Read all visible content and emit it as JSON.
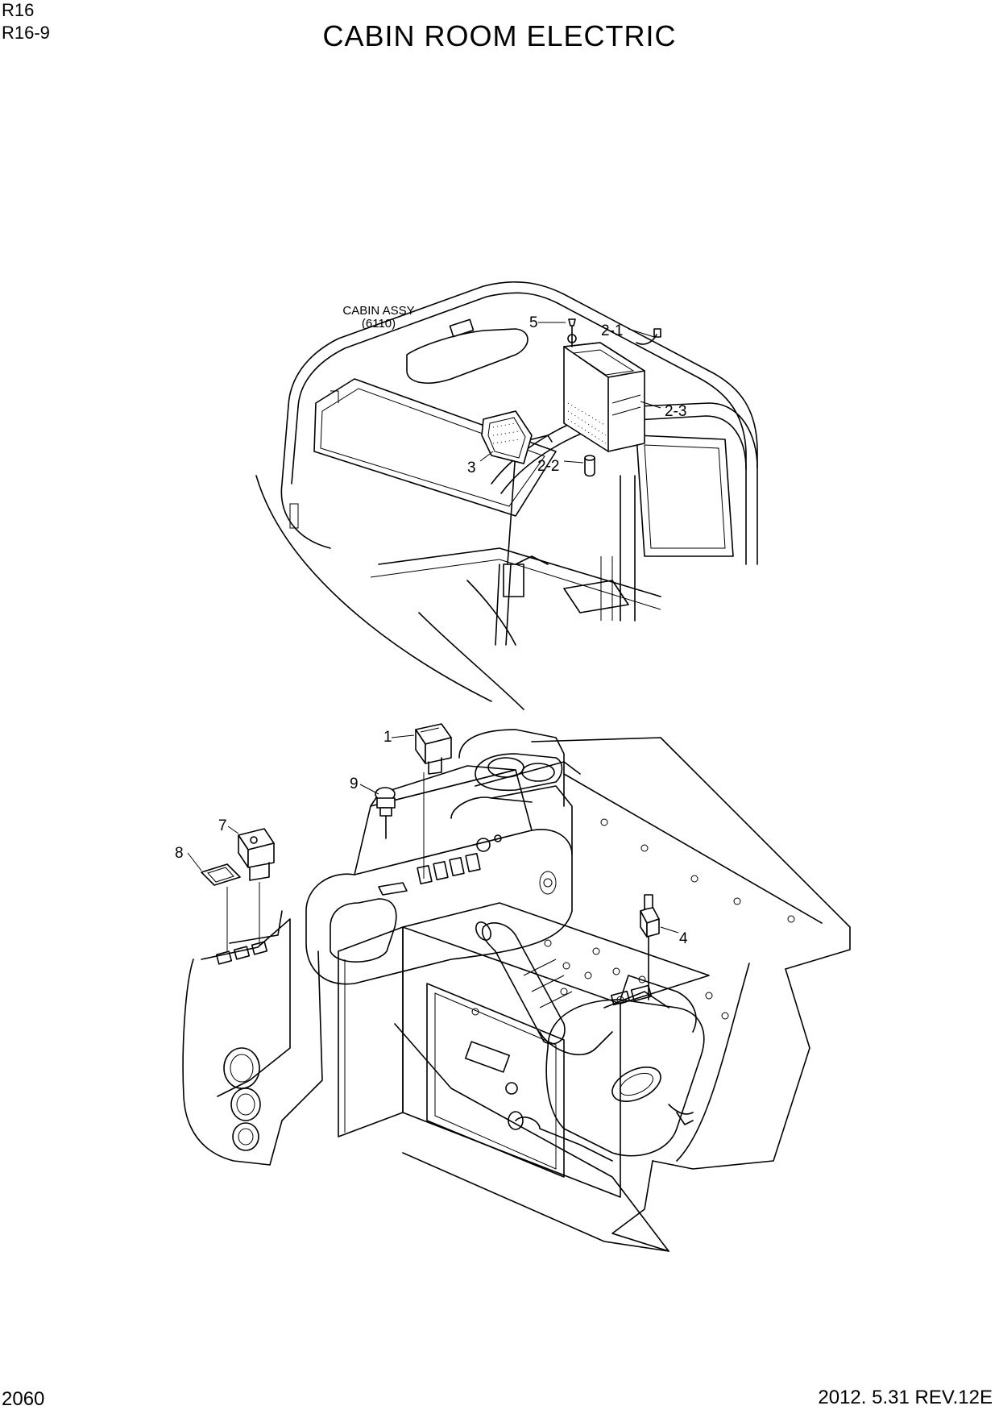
{
  "header": {
    "model": "R16",
    "page_code": "R16-9",
    "title": "CABIN ROOM ELECTRIC"
  },
  "footer": {
    "page_number": "2060",
    "revision": "2012. 5.31 REV.12E"
  },
  "reference": {
    "line1": "CABIN ASSY",
    "line2": "(6110)"
  },
  "callouts": {
    "c1": "1",
    "c2_1": "2-1",
    "c2_2": "2-2",
    "c2_3": "2-3",
    "c3": "3",
    "c4": "4",
    "c5": "5",
    "c7": "7",
    "c8": "8",
    "c9": "9"
  }
}
